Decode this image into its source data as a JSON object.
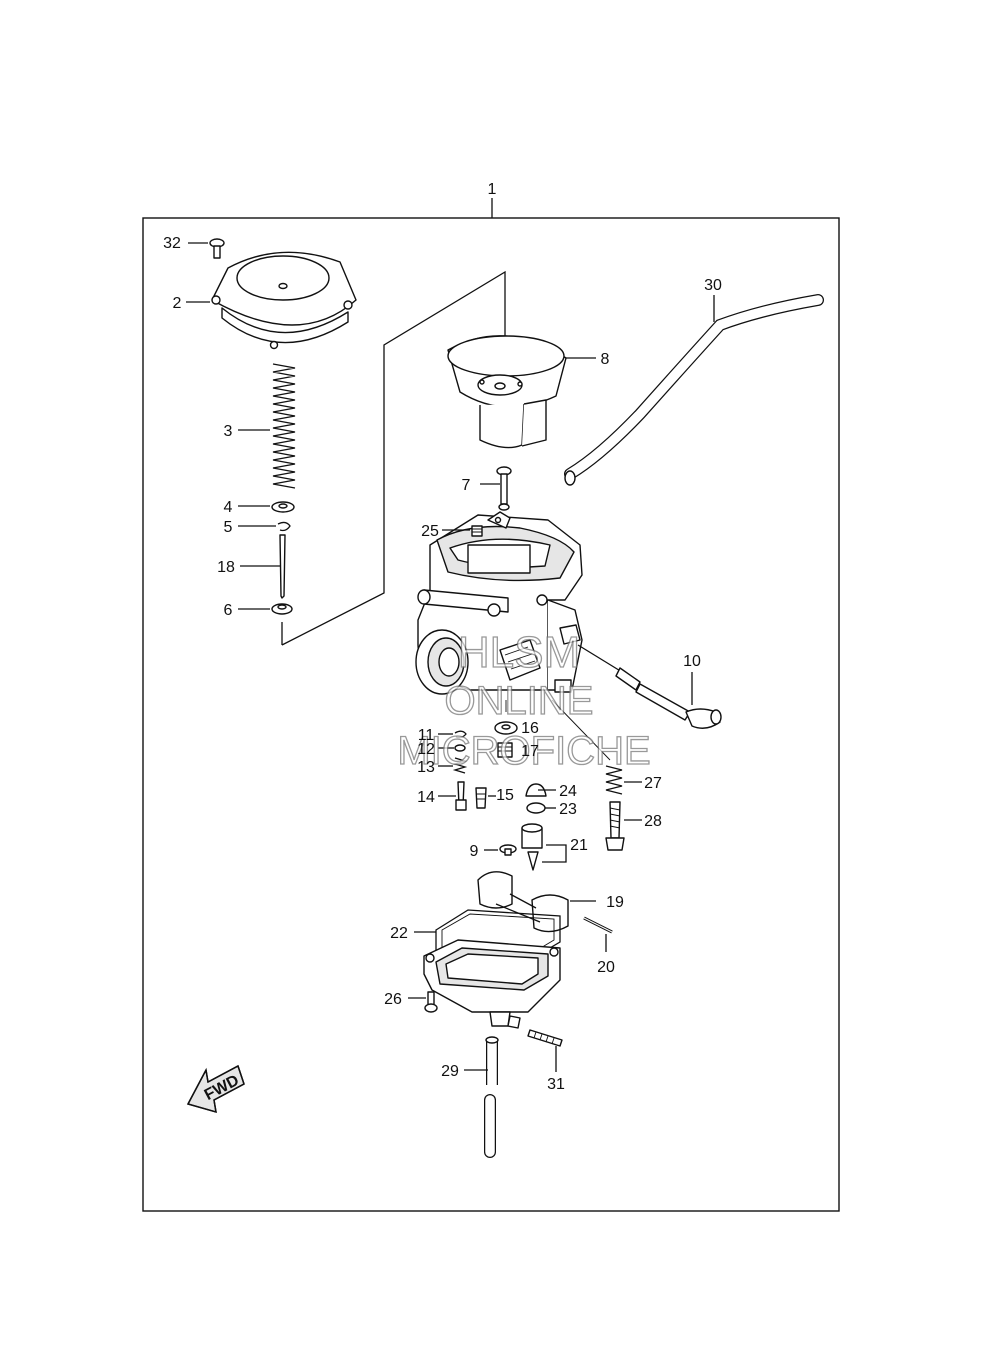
{
  "callouts": {
    "c1": "1",
    "c2": "2",
    "c3": "3",
    "c4": "4",
    "c5": "5",
    "c6": "6",
    "c7": "7",
    "c8": "8",
    "c9": "9",
    "c10": "10",
    "c11": "11",
    "c12": "12",
    "c13": "13",
    "c14": "14",
    "c15": "15",
    "c16": "16",
    "c17": "17",
    "c18": "18",
    "c19": "19",
    "c20": "20",
    "c21": "21",
    "c22": "22",
    "c23": "23",
    "c24": "24",
    "c25": "25",
    "c26": "26",
    "c27": "27",
    "c28": "28",
    "c29": "29",
    "c30": "30",
    "c31": "31",
    "c32": "32"
  },
  "fwd_label": "FWD",
  "watermark": {
    "line1": "HLSM",
    "line2": "ONLINE",
    "line3": "MICROFICHE"
  }
}
